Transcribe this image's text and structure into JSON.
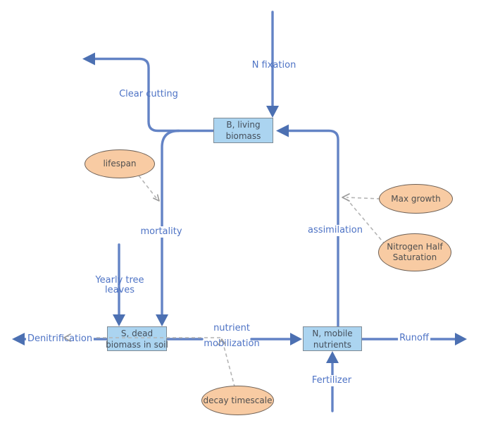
{
  "colors": {
    "flow_line": "#6383C5",
    "flow_arrowhead": "#4C70B2",
    "stock_fill": "#ABD4F0",
    "stock_border": "#7E8A94",
    "converter_fill": "#F8CBA3",
    "converter_border": "#6E6055",
    "flow_label_text": "#4E73C5",
    "node_text": "#454F5B",
    "influence_line": "#B4B4B4",
    "background": "#FFFFFF"
  },
  "stocks": [
    {
      "name": "living-biomass",
      "label": "B, living\nbiomass"
    },
    {
      "name": "dead-biomass-in-soil",
      "label": "S, dead\nbiomass in soil"
    },
    {
      "name": "mobile-nutrients",
      "label": "N, mobile\nnutrients"
    }
  ],
  "converters": [
    {
      "name": "lifespan",
      "label": "lifespan"
    },
    {
      "name": "max-growth",
      "label": "Max growth"
    },
    {
      "name": "nitrogen-half-saturation",
      "label": "Nitrogen Half\nSaturation"
    },
    {
      "name": "decay-timescale",
      "label": "decay timescale"
    }
  ],
  "flow_labels": {
    "n_fixation": "N fixation",
    "clear_cutting": "Clear cutting",
    "mortality": "mortality",
    "assimilation": "assimilation",
    "yearly_tree_leaves": "Yearly tree\nleaves",
    "denitrification": "Denitrification",
    "nutrient_mobilization": "nutrient\nmobilization",
    "runoff": "Runoff",
    "fertilizer": "Fertilizer"
  }
}
